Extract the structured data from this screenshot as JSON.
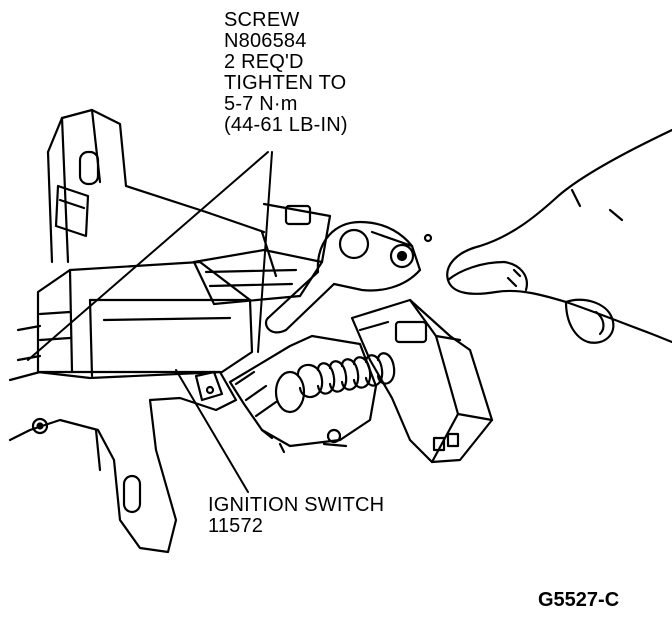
{
  "screw_callout": {
    "lines": [
      "SCREW",
      "N806584",
      "2 REQ'D",
      "TIGHTEN TO",
      "5-7 N·m",
      "(44-61 LB-IN)"
    ]
  },
  "switch_callout": {
    "lines": [
      "IGNITION SWITCH",
      "11572"
    ]
  },
  "figure_code": "G5527-C"
}
